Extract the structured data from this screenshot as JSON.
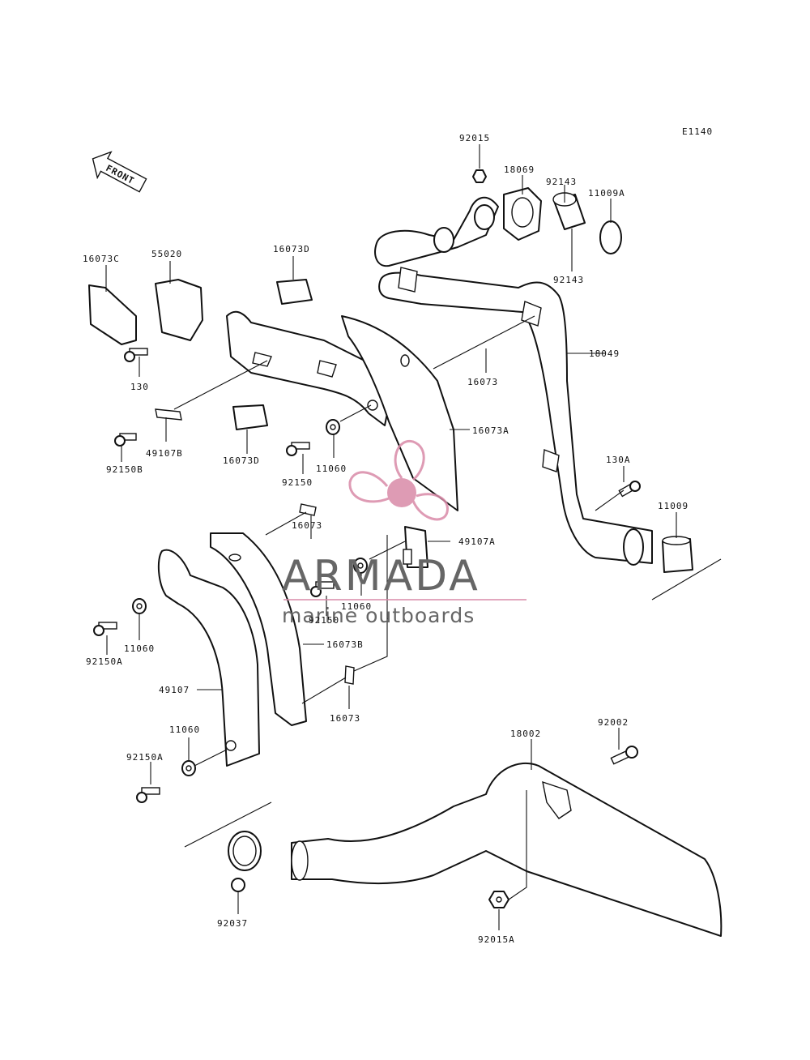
{
  "diagram": {
    "diagram_code": "E1140",
    "front_label": "FRONT",
    "parts": [
      {
        "id": "p92015",
        "label": "92015"
      },
      {
        "id": "p18069",
        "label": "18069"
      },
      {
        "id": "p92143a",
        "label": "92143"
      },
      {
        "id": "p11009A",
        "label": "11009A"
      },
      {
        "id": "p92143b",
        "label": "92143"
      },
      {
        "id": "p16073C",
        "label": "16073C"
      },
      {
        "id": "p55020",
        "label": "55020"
      },
      {
        "id": "p16073Da",
        "label": "16073D"
      },
      {
        "id": "p130",
        "label": "130"
      },
      {
        "id": "p18049",
        "label": "18049"
      },
      {
        "id": "p16073a",
        "label": "16073"
      },
      {
        "id": "p49107B",
        "label": "49107B"
      },
      {
        "id": "p92150B",
        "label": "92150B"
      },
      {
        "id": "p16073Db",
        "label": "16073D"
      },
      {
        "id": "p92150a",
        "label": "92150"
      },
      {
        "id": "p11060a",
        "label": "11060"
      },
      {
        "id": "p16073A",
        "label": "16073A"
      },
      {
        "id": "p130A",
        "label": "130A"
      },
      {
        "id": "p11009",
        "label": "11009"
      },
      {
        "id": "p16073b",
        "label": "16073"
      },
      {
        "id": "p49107A",
        "label": "49107A"
      },
      {
        "id": "p11060b",
        "label": "11060"
      },
      {
        "id": "p92150b",
        "label": "92150"
      },
      {
        "id": "p92150Aa",
        "label": "92150A"
      },
      {
        "id": "p11060c",
        "label": "11060"
      },
      {
        "id": "p16073B",
        "label": "16073B"
      },
      {
        "id": "p49107",
        "label": "49107"
      },
      {
        "id": "p16073c",
        "label": "16073"
      },
      {
        "id": "p11060d",
        "label": "11060"
      },
      {
        "id": "p92150Ab",
        "label": "92150A"
      },
      {
        "id": "p18002",
        "label": "18002"
      },
      {
        "id": "p92002",
        "label": "92002"
      },
      {
        "id": "p92037",
        "label": "92037"
      },
      {
        "id": "p92015A",
        "label": "92015A"
      }
    ]
  },
  "watermark": {
    "brand": "ARMADA",
    "tagline": "marine outboards",
    "color": "#d98aa8"
  }
}
